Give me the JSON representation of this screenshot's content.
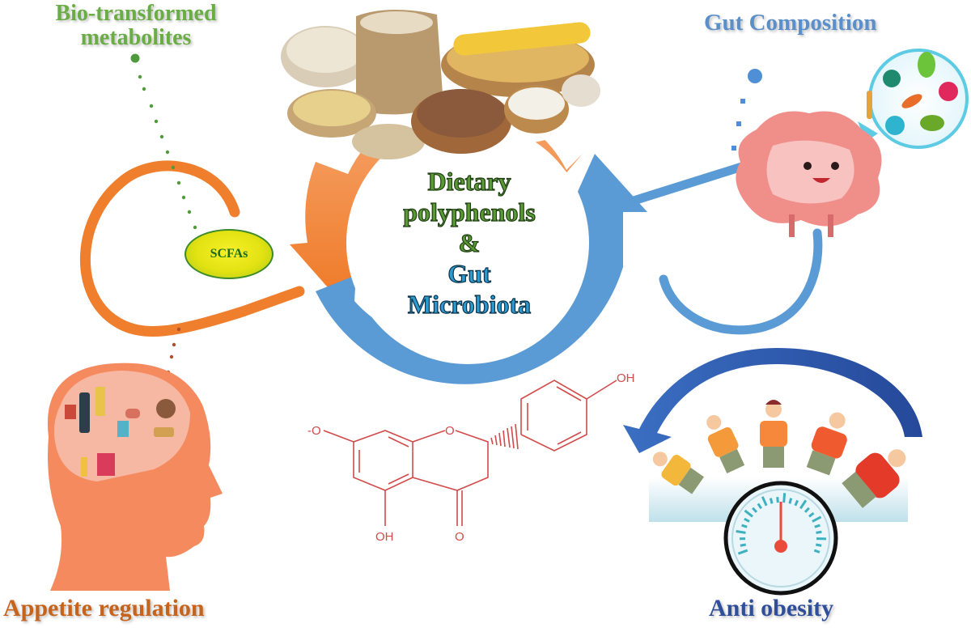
{
  "title": "Dietary polyphenols & Gut Microbiota",
  "center": {
    "line1": "Dietary",
    "line2": "polyphenols",
    "line3": "&",
    "line4": "Gut",
    "line5": "Microbiota"
  },
  "labels": {
    "bio_transformed": "Bio-transformed metabolites",
    "bio_line1": "Bio-transformed",
    "bio_line2": "metabolites",
    "scfas": "SCFAs",
    "gut_composition": "Gut Composition",
    "appetite_regulation": "Appetite regulation",
    "anti_obesity": "Anti obesity"
  },
  "chemical_structure": {
    "labels": {
      "phenolate_o": "-O",
      "ring_o": "O",
      "hydroxyl_top": "OH",
      "hydroxyl_bottom": "OH",
      "carbonyl_o": "O"
    }
  },
  "illustrations": {
    "grains": "bowls of cereal grains, legumes and corn",
    "intestine": "smiling cartoon intestine",
    "microbes": "magnified gut bacteria",
    "head": "head silhouette with food icons in brain",
    "weight_scale": "figures of increasing body weight on a scale"
  },
  "colors": {
    "orange": "#f07f2d",
    "blue": "#5b9bd5",
    "dark_blue": "#2f5aa8",
    "green_text": "#6aad45",
    "orange_text": "#c6631c",
    "navy_text": "#2f4f9a",
    "chem_red": "#d24a4a",
    "head_orange": "#f58a5e"
  }
}
